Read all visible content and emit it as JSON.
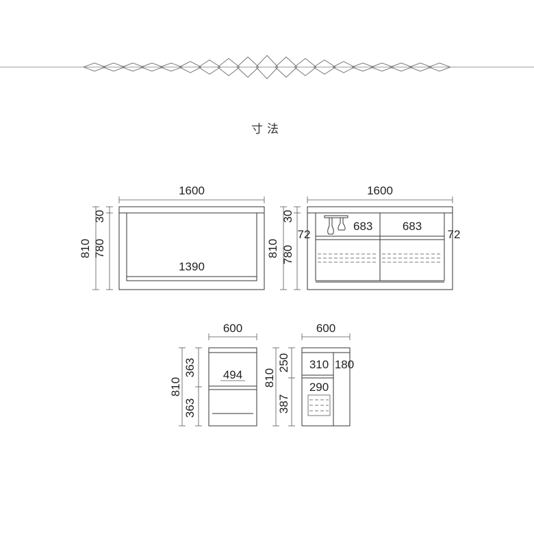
{
  "title": "寸法",
  "front_closed": {
    "width": "1600",
    "height_total": "810",
    "height_body": "780",
    "top": "30",
    "inner_width": "1390"
  },
  "front_open": {
    "width": "1600",
    "height_total": "810",
    "height_body": "780",
    "top": "30",
    "side_left": "72",
    "side_right": "72",
    "bay_left": "683",
    "bay_right": "683"
  },
  "side_a": {
    "depth": "600",
    "height_total": "810",
    "height_upper": "363",
    "height_lower": "363",
    "inner_depth": "494"
  },
  "side_b": {
    "depth": "600",
    "height_total": "810",
    "height_upper": "250",
    "height_lower": "387",
    "shelf_depth": "310",
    "shelf_gap": "180",
    "lower_depth": "290"
  }
}
